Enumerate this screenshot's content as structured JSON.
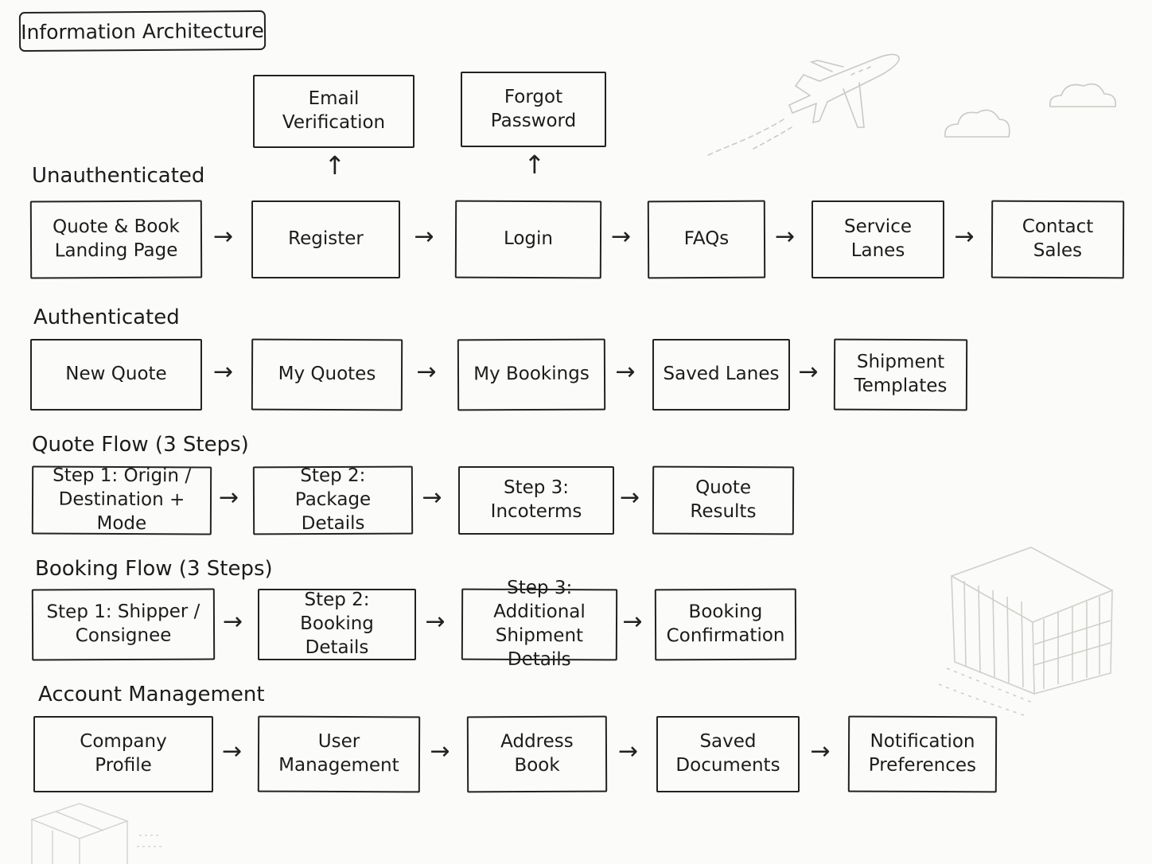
{
  "title": "Information Architecture",
  "sections": [
    {
      "id": "unauthenticated",
      "label": "Unauthenticated",
      "nodes": [
        "Quote & Book\nLanding Page",
        "Register",
        "Login",
        "FAQs",
        "Service Lanes",
        "Contact Sales"
      ],
      "sub_nodes": [
        {
          "label": "Email\nVerification",
          "parent": "Register"
        },
        {
          "label": "Forgot\nPassword",
          "parent": "Login"
        }
      ]
    },
    {
      "id": "authenticated",
      "label": "Authenticated",
      "nodes": [
        "New Quote",
        "My Quotes",
        "My Bookings",
        "Saved Lanes",
        "Shipment\nTemplates"
      ]
    },
    {
      "id": "quote-flow",
      "label": "Quote Flow (3 Steps)",
      "nodes": [
        "Step 1: Origin /\nDestination + Mode",
        "Step 2: Package\nDetails",
        "Step 3: Incoterms",
        "Quote Results"
      ]
    },
    {
      "id": "booking-flow",
      "label": "Booking Flow (3 Steps)",
      "nodes": [
        "Step 1: Shipper /\nConsignee",
        "Step 2: Booking\nDetails",
        "Step 3: Additional\nShipment Details",
        "Booking\nConfirmation"
      ]
    },
    {
      "id": "account-management",
      "label": "Account Management",
      "nodes": [
        "Company\nProfile",
        "User\nManagement",
        "Address\nBook",
        "Saved\nDocuments",
        "Notification\nPreferences"
      ]
    }
  ],
  "arrow_glyph": "→",
  "up_arrow_glyph": "↑"
}
